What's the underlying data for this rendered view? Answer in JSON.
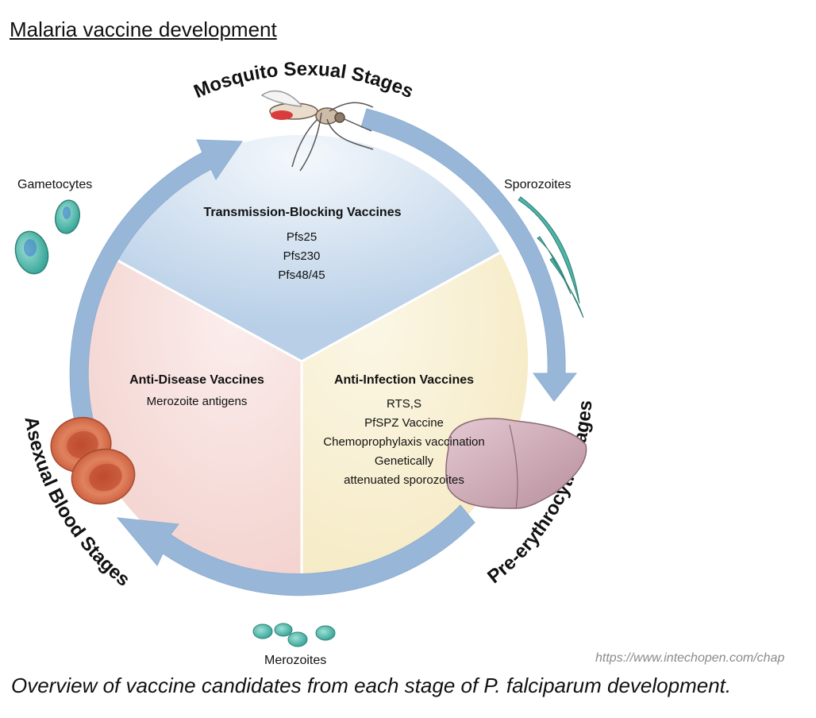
{
  "title": "Malaria vaccine development",
  "stages": {
    "mosquito": "Mosquito Sexual Stages",
    "pre_erythrocytic": "Pre-erythrocytic Stages",
    "asexual": "Asexual Blood Stages"
  },
  "organisms": {
    "gametocytes": "Gametocytes",
    "sporozoites": "Sporozoites",
    "merozoites": "Merozoites"
  },
  "sectors": {
    "transmission": {
      "title": "Transmission-Blocking Vaccines",
      "items": [
        "Pfs25",
        "Pfs230",
        "Pfs48/45"
      ],
      "color": "#bcd3ea"
    },
    "anti_infection": {
      "title": "Anti-Infection Vaccines",
      "items": [
        "RTS,S",
        "PfSPZ Vaccine",
        "Chemoprophylaxis vaccination",
        "Genetically",
        "attenuated sporozoites"
      ],
      "color": "#f8f0cf"
    },
    "anti_disease": {
      "title": "Anti-Disease Vaccines",
      "items": [
        "Merozoite antigens"
      ],
      "color": "#f5d9d6"
    }
  },
  "arrow_color": "#98b7d8",
  "source_url": "https://www.intechopen.com/chap",
  "caption": "Overview of vaccine candidates from each stage of P. falciparum development."
}
